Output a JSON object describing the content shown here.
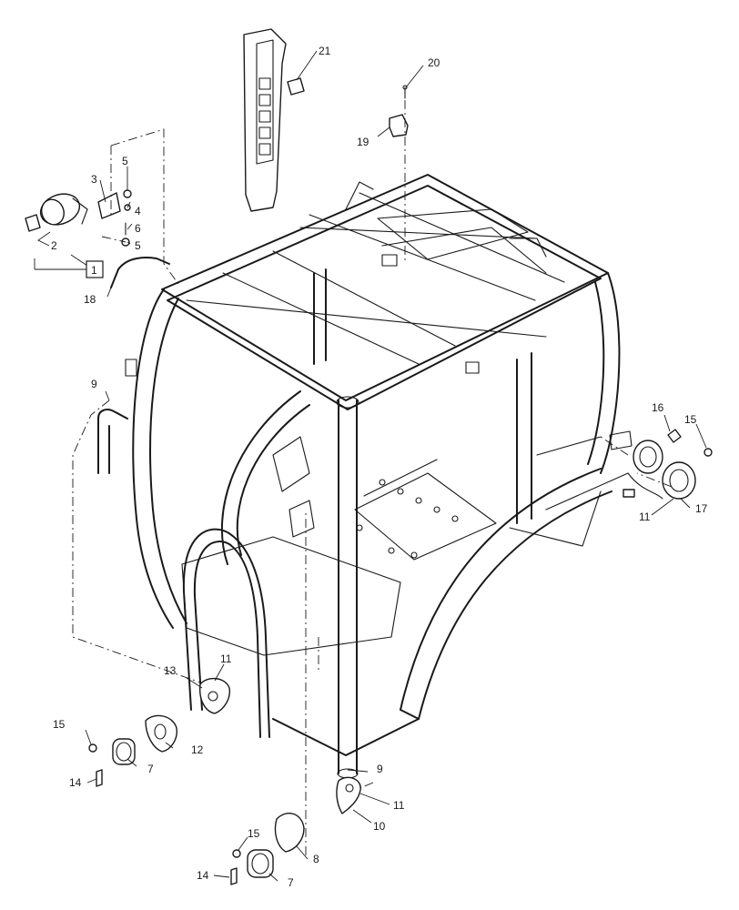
{
  "callouts": {
    "c1": "1",
    "c2": "2",
    "c3": "3",
    "c4": "4",
    "c5a": "5",
    "c5b": "5",
    "c6": "6",
    "c7a": "7",
    "c7b": "7",
    "c8": "8",
    "c9a": "9",
    "c9b": "9",
    "c10": "10",
    "c11a": "11",
    "c11b": "11",
    "c11c": "11",
    "c12": "12",
    "c13": "13",
    "c14a": "14",
    "c14b": "14",
    "c15a": "15",
    "c15b": "15",
    "c15c": "15",
    "c16": "16",
    "c17": "17",
    "c18": "18",
    "c19": "19",
    "c20": "20",
    "c21": "21"
  }
}
